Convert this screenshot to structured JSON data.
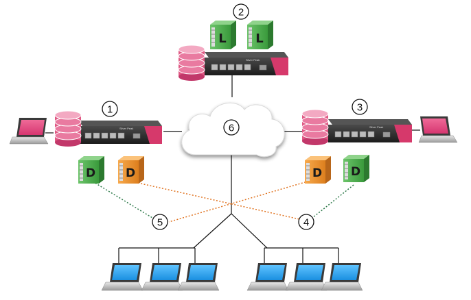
{
  "markers": [
    "1",
    "2",
    "3",
    "4",
    "5",
    "6"
  ],
  "devices": {
    "top_servers": [
      "L",
      "L"
    ],
    "left_servers": [
      "D",
      "D"
    ],
    "right_servers": [
      "D",
      "D"
    ]
  },
  "appliance_brand": "Silver Peak",
  "colors": {
    "appliance_body": "#2b2b2b",
    "appliance_accent": "#d6396b",
    "database": "#e05a85",
    "server_green": "#3f9a3f",
    "server_orange": "#e0892a",
    "cloud": "#ffffff",
    "laptop_screen": "#1e9ee6",
    "laptop_screen_pink": "#e0447a",
    "link_orange": "#e0711d",
    "link_green": "#2e7a4a"
  }
}
